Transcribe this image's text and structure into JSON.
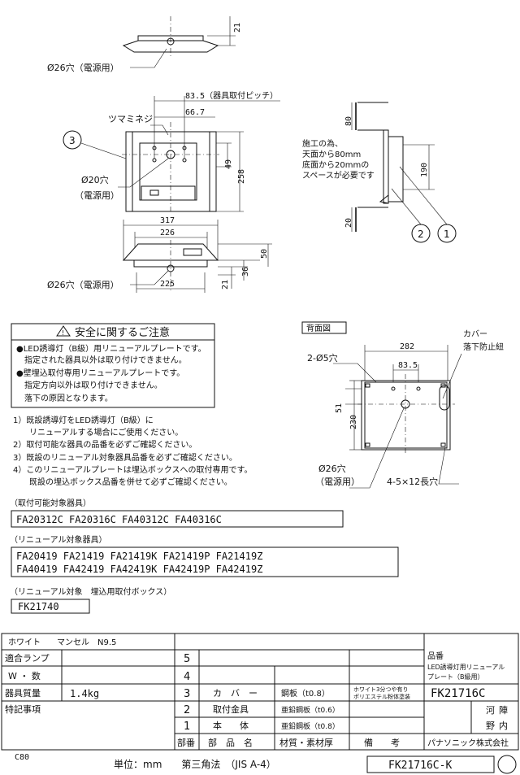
{
  "dims": {
    "top_height": "21",
    "top_hole": "Ø26穴（電源用）",
    "pitch": "83.5（器具取付ピッチ）",
    "inner_width": "66.7",
    "screw": "ツマミネジ",
    "callout3": "3",
    "hole20_a": "Ø20穴",
    "hole20_b": "（電源用）",
    "h49": "49",
    "h258": "258",
    "w317": "317",
    "w226": "226",
    "w225": "225",
    "h50": "50",
    "h36": "36",
    "h21b": "21",
    "bottom_hole": "Ø26穴（電源用）",
    "side_80": "80",
    "side_190": "190",
    "side_20": "20",
    "side_note": [
      "施工の為、",
      "天面から80mm",
      "底面から20mmの",
      "スペースが必要です"
    ],
    "callout2": "2",
    "callout1": "1",
    "back_label": "背面図",
    "w282": "282",
    "b83_5": "83.5",
    "holes_5": "2-Ø5穴",
    "h230": "230",
    "h51": "51",
    "back_hole_a": "Ø26穴",
    "back_hole_b": "（電源用）",
    "slots": "4-5×12長穴",
    "cover_a": "カバー",
    "cover_b": "落下防止紐"
  },
  "safety": {
    "title": "安全に関するご注意",
    "lines": [
      "●LED誘導灯（B級）用リニューアルプレートです。",
      "　指定された器具以外は取り付けできません。",
      "●壁埋込取付専用リニューアルプレートです。",
      "　指定方向以外は取り付けできません。",
      "　落下の原因となります。"
    ]
  },
  "notes": [
    "1）既設誘導灯をLED誘導灯（B級）に",
    "　　リニューアルする場合にご使用ください。",
    "2）取付可能な器具の品番を必ずご確認ください。",
    "3）既設のリニューアル対象器具品番を必ずご確認ください。",
    "4）このリニューアルプレートは埋込ボックスへの取付専用です。",
    "　　既設の埋込ボックス品番を併せて必ずご確認ください。"
  ],
  "compatible": {
    "label": "（取付可能対象器具）",
    "lines": [
      "FA20312C FA20316C FA40312C FA40316C"
    ]
  },
  "renewal": {
    "label": "（リニューアル対象器具）",
    "lines": [
      "FA20419  FA21419  FA21419K  FA21419P  FA21419Z",
      "FA40419  FA42419  FA42419K  FA42419P  FA42419Z"
    ]
  },
  "box": {
    "label": "（リニューアル対象　埋込用取付ボックス）",
    "lines": [
      "FK21740"
    ]
  },
  "title_block": {
    "finish": "ホワイト　　マンセル　N9.5",
    "lamp_label": "適合ランプ",
    "w_label": "W ・ 数",
    "mass_label": "器具質量",
    "mass_value": "1.4kg",
    "remarks_label": "特記事項",
    "row_nums": [
      "5",
      "4",
      "3",
      "2",
      "1"
    ],
    "parts": [
      {
        "no": "3",
        "name": "カ　バ　ー",
        "material": "鋼板（t0.8）",
        "remark_a": "ホワイト3分つや有り",
        "remark_b": "ポリエステル粉体塗装"
      },
      {
        "no": "2",
        "name": "取付金具",
        "material": "亜鉛鋼板（t0.6）",
        "remark_a": "",
        "remark_b": ""
      },
      {
        "no": "1",
        "name": "本　　体",
        "material": "亜鉛鋼板（t0.8）",
        "remark_a": "",
        "remark_b": ""
      }
    ],
    "header": {
      "no": "部番",
      "name": "部　品　名",
      "material": "材質・素材厚",
      "remark": "備　　考"
    },
    "hinban_label": "品番",
    "product_a": "LED誘導灯用リニューアル",
    "product_b": "プレート（B級用）",
    "model": "FK21716C",
    "sign_a": "河",
    "sign_b": "陣",
    "sign_c": "野",
    "sign_d": "内",
    "company": "パナソニック株式会社"
  },
  "footer": {
    "code": "C80",
    "unit": "単位：mm　　第三角法　（JIS A-4）",
    "drawing_no": "FK21716C-K"
  }
}
